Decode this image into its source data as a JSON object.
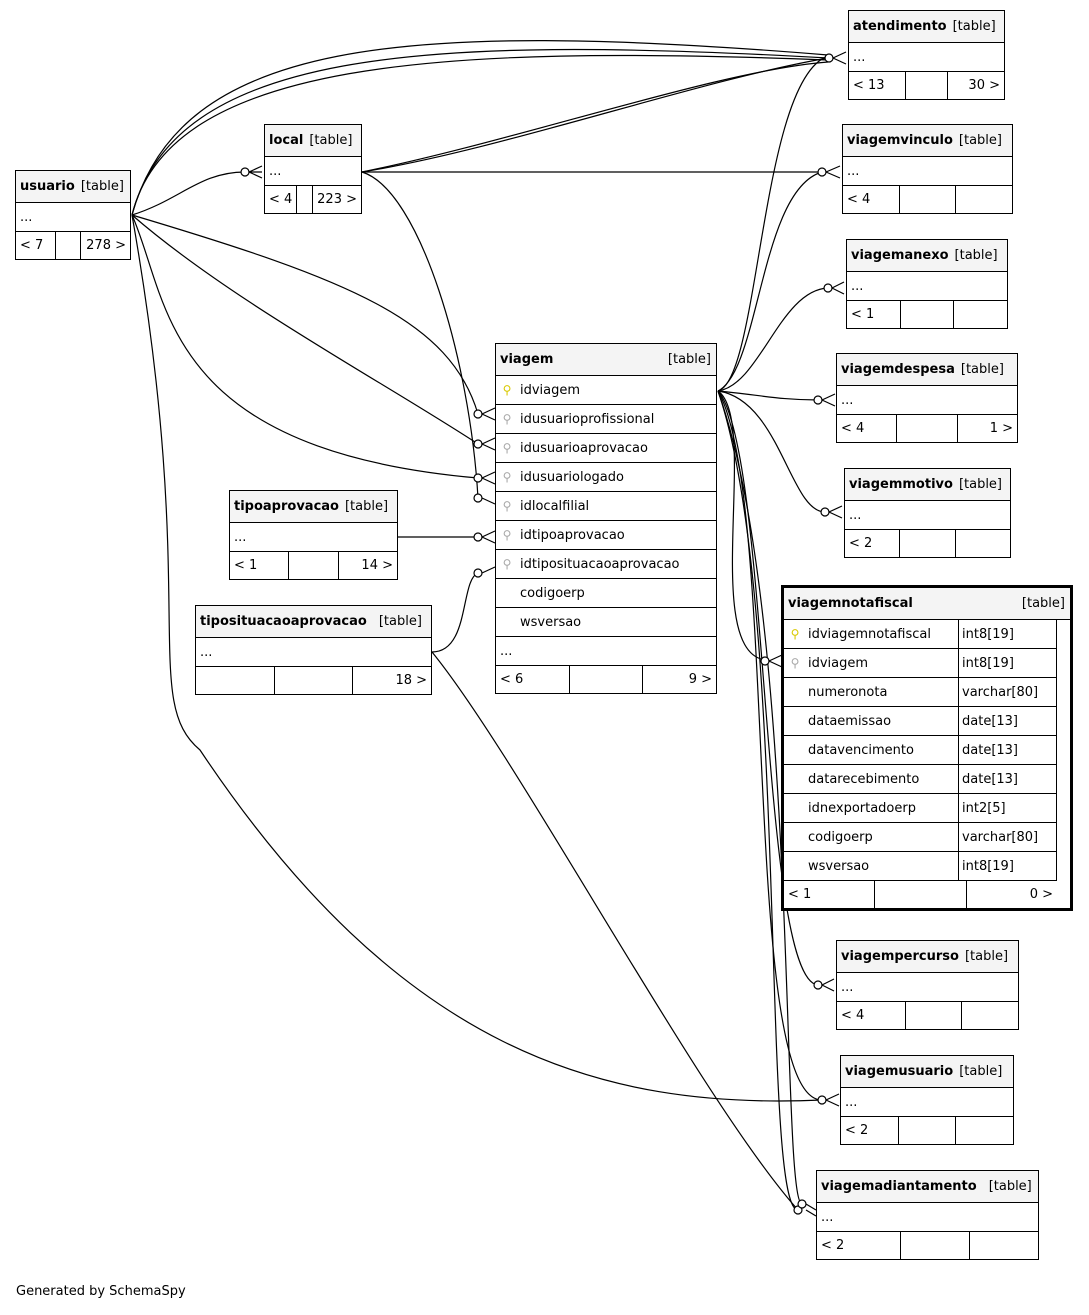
{
  "footer": "Generated by SchemaSpy",
  "kind_label": "[table]",
  "tables": {
    "usuario": {
      "name": "usuario",
      "left": "< 7",
      "right": "278 >"
    },
    "local": {
      "name": "local",
      "left": "< 4",
      "right": "223 >"
    },
    "atendimento": {
      "name": "atendimento",
      "left": "< 13",
      "right": "30 >"
    },
    "viagemvinculo": {
      "name": "viagemvinculo",
      "left": "< 4",
      "right": ""
    },
    "viagemanexo": {
      "name": "viagemanexo",
      "left": "< 1",
      "right": ""
    },
    "viagemdespesa": {
      "name": "viagemdespesa",
      "left": "< 4",
      "right": "1 >"
    },
    "viagemmotivo": {
      "name": "viagemmotivo",
      "left": "< 2",
      "right": ""
    },
    "tipoaprovacao": {
      "name": "tipoaprovacao",
      "left": "< 1",
      "right": "14 >"
    },
    "tiposituacaoaprovacao": {
      "name": "tiposituacaoaprovacao",
      "left": "",
      "right": "18 >"
    },
    "viagempercurso": {
      "name": "viagempercurso",
      "left": "< 4",
      "right": ""
    },
    "viagemusuario": {
      "name": "viagemusuario",
      "left": "< 2",
      "right": ""
    },
    "viagemadiantamento": {
      "name": "viagemadiantamento",
      "left": "< 2",
      "right": ""
    },
    "viagem": {
      "name": "viagem",
      "left": "< 6",
      "right": "9 >",
      "columns": [
        {
          "name": "idviagem",
          "key": "pk"
        },
        {
          "name": "idusuarioprofissional",
          "key": "fk"
        },
        {
          "name": "idusuarioaprovacao",
          "key": "fk"
        },
        {
          "name": "idusuariologado",
          "key": "fk"
        },
        {
          "name": "idlocalfilial",
          "key": "fk"
        },
        {
          "name": "idtipoaprovacao",
          "key": "fk"
        },
        {
          "name": "idtiposituacaoaprovacao",
          "key": "fk"
        },
        {
          "name": "codigoerp",
          "key": ""
        },
        {
          "name": "wsversao",
          "key": ""
        }
      ]
    },
    "viagemnotafiscal": {
      "name": "viagemnotafiscal",
      "left": "< 1",
      "right": "0 >",
      "columns": [
        {
          "name": "idviagemnotafiscal",
          "type": "int8[19]",
          "key": "pk"
        },
        {
          "name": "idviagem",
          "type": "int8[19]",
          "key": "fk"
        },
        {
          "name": "numeronota",
          "type": "varchar[80]",
          "key": ""
        },
        {
          "name": "dataemissao",
          "type": "date[13]",
          "key": ""
        },
        {
          "name": "datavencimento",
          "type": "date[13]",
          "key": ""
        },
        {
          "name": "datarecebimento",
          "type": "date[13]",
          "key": ""
        },
        {
          "name": "idnexportadoerp",
          "type": "int2[5]",
          "key": ""
        },
        {
          "name": "codigoerp",
          "type": "varchar[80]",
          "key": ""
        },
        {
          "name": "wsversao",
          "type": "int8[19]",
          "key": ""
        }
      ]
    }
  }
}
